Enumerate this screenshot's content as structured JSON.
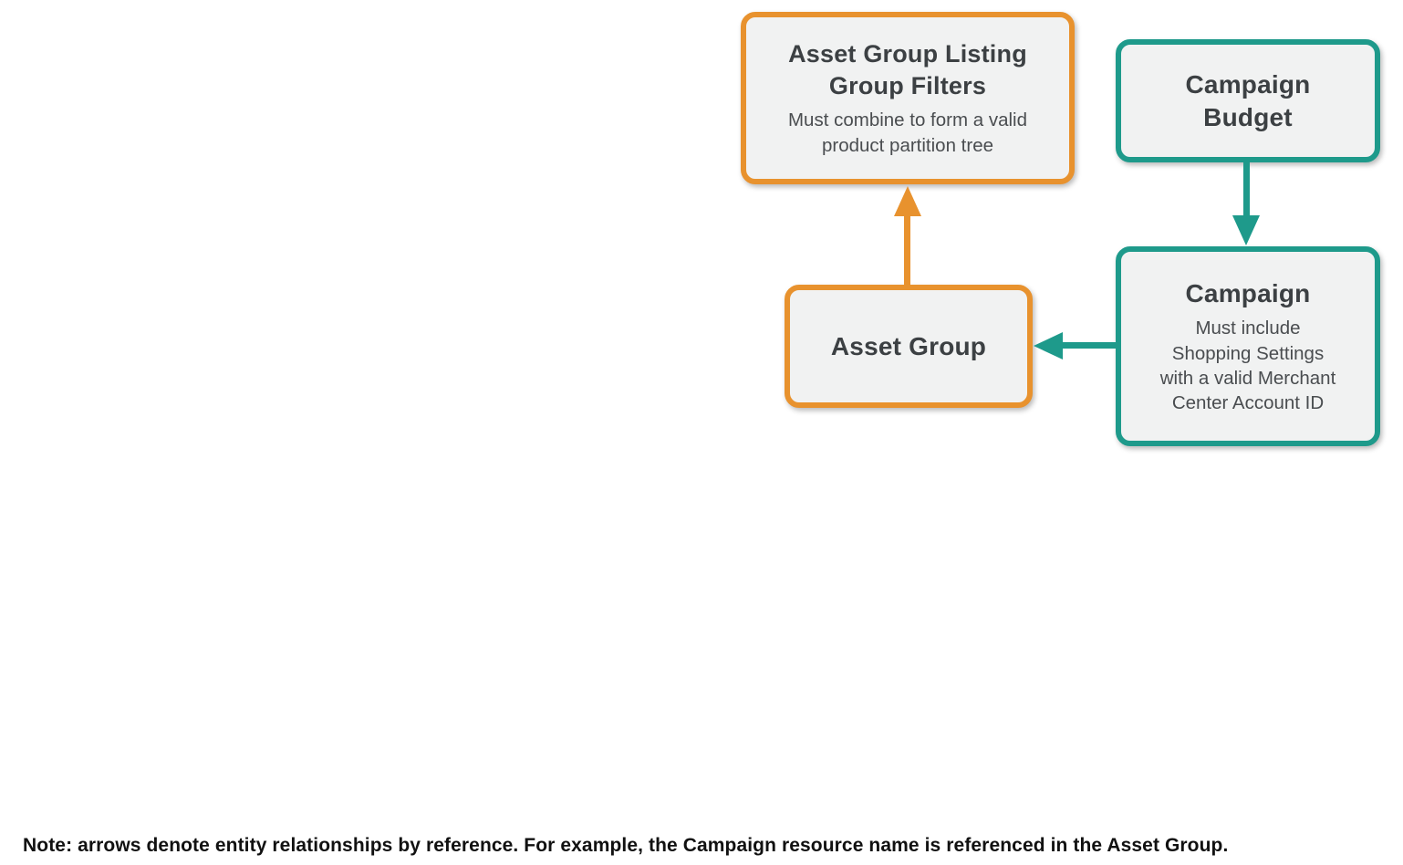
{
  "colors": {
    "orange": "#E8922E",
    "teal": "#1E9A8B",
    "box_fill": "#F1F2F2",
    "title_text": "#3C4043",
    "subtitle_text": "#4A4D50",
    "note_text": "#111111"
  },
  "nodes": {
    "listing_group_filters": {
      "title": "Asset Group Listing\nGroup Filters",
      "subtitle": "Must combine to form a valid\nproduct partition tree",
      "accent": "orange"
    },
    "campaign_budget": {
      "title": "Campaign\nBudget",
      "accent": "teal"
    },
    "campaign": {
      "title": "Campaign",
      "subtitle": "Must include\nShopping Settings\nwith a valid Merchant\nCenter Account ID",
      "accent": "teal"
    },
    "asset_group": {
      "title": "Asset Group",
      "accent": "orange"
    }
  },
  "edges": [
    {
      "from": "Asset Group",
      "to": "Asset Group Listing Group Filters",
      "accent": "orange",
      "direction": "up"
    },
    {
      "from": "Campaign Budget",
      "to": "Campaign",
      "accent": "teal",
      "direction": "down"
    },
    {
      "from": "Campaign",
      "to": "Asset Group",
      "accent": "teal",
      "direction": "left"
    }
  ],
  "note": "Note: arrows denote entity relationships by reference. For example, the Campaign resource name is referenced in the Asset Group."
}
